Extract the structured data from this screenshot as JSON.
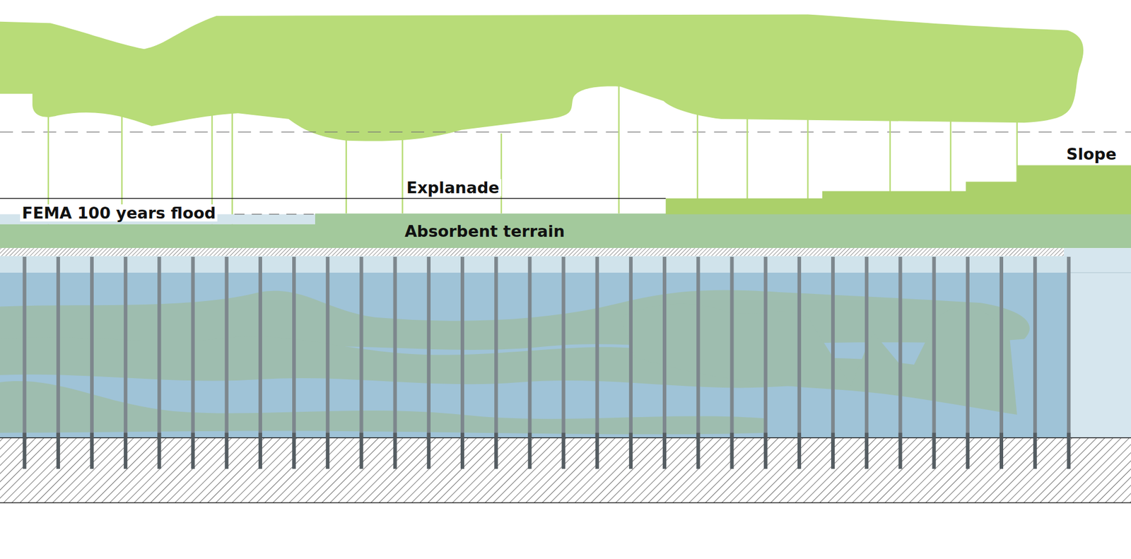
{
  "diagram": {
    "nodes": [
      {
        "text": [
          "Absorbent terrain"
        ]
      }
    ],
    "labels": [
      "Slope",
      "Explanade",
      "FEMA 100 years flood"
    ]
  }
}
